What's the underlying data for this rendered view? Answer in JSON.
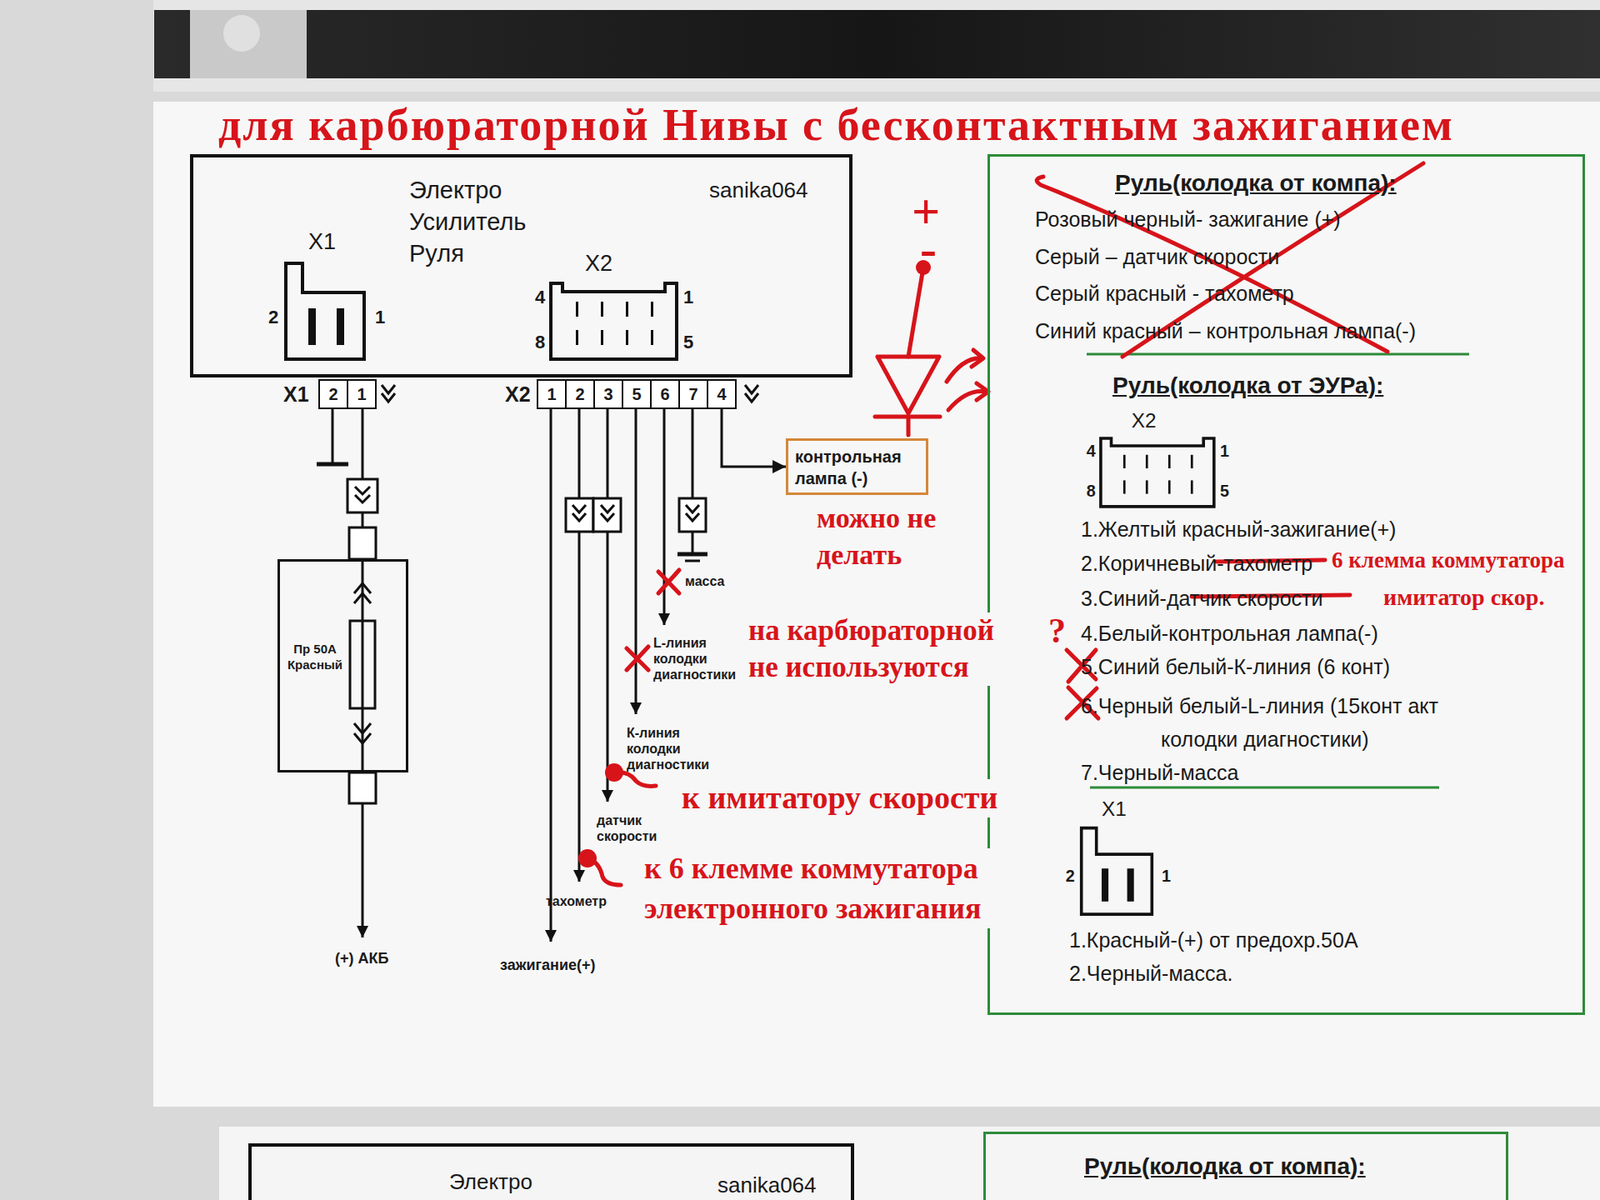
{
  "diagram": {
    "title": "для карбюраторной Нивы с бесконтактным зажиганием",
    "nodes": [
      {
        "text": [
          "Электро Усилитель Руля",
          "sanika064"
        ]
      },
      {
        "text": [
          "X1",
          "2",
          "1"
        ],
        "in": 0
      },
      {
        "text": [
          "X2",
          "4",
          "1",
          "8",
          "5"
        ],
        "in": 0
      },
      {
        "text": [
          "Руль(колодка от компа):",
          "Розовый черный- зажигание (+)",
          "Серый – датчик скорости",
          "Серый красный - тахометр",
          "Синий красный – контрольная лампа(-)",
          "Руль(колодка от ЭУРа):",
          "1.Желтый красный-зажигание(+)",
          "2.Коричневый-тахометр",
          "3.Синий-датчик скорости",
          "4.Белый-контрольная лампа(-)",
          "5.Синий белый-К-линия (6 конт)",
          "6.Черный белый-L-линия (15конт акт колодки диагностики)",
          "7.Черный-масса",
          "1.Красный-(+) от предохр.50А",
          "2.Черный-масса."
        ]
      },
      {
        "text": [
          "X2",
          "4",
          "1",
          "8",
          "5"
        ],
        "in": 3
      },
      {
        "text": [
          "X1",
          "2",
          "1"
        ],
        "in": 3
      },
      {
        "text": [
          "X1",
          "2",
          "1"
        ]
      },
      {
        "text": [
          "X2",
          "1",
          "2",
          "3",
          "5",
          "6",
          "7",
          "4"
        ]
      },
      {
        "text": [
          "контрольная лампа (-)"
        ]
      },
      {
        "text": [
          "Пр 50А Красный"
        ]
      },
      {
        "text": [
          "Электро",
          "sanika064"
        ]
      },
      {
        "text": [
          "Руль(колодка от компа):"
        ]
      }
    ],
    "edges": [
      {
        "from": 6,
        "to": 9,
        "arrow": "none"
      },
      {
        "from": 7,
        "to": 8,
        "arrow": "to"
      }
    ],
    "labels": [
      "(+) АКБ",
      "зажигание(+)",
      "тахометр",
      "датчик скорости",
      "К-линия колодки диагностики",
      "L-линия колодки диагностики",
      "масса",
      "+",
      "-",
      "можно не делать",
      "на карбюраторной не используются",
      "к имитатору скорости",
      "к 6 клемме коммутатора электронного зажигания",
      "6 клемма коммутатора",
      "имитатор скор.",
      "?"
    ]
  }
}
